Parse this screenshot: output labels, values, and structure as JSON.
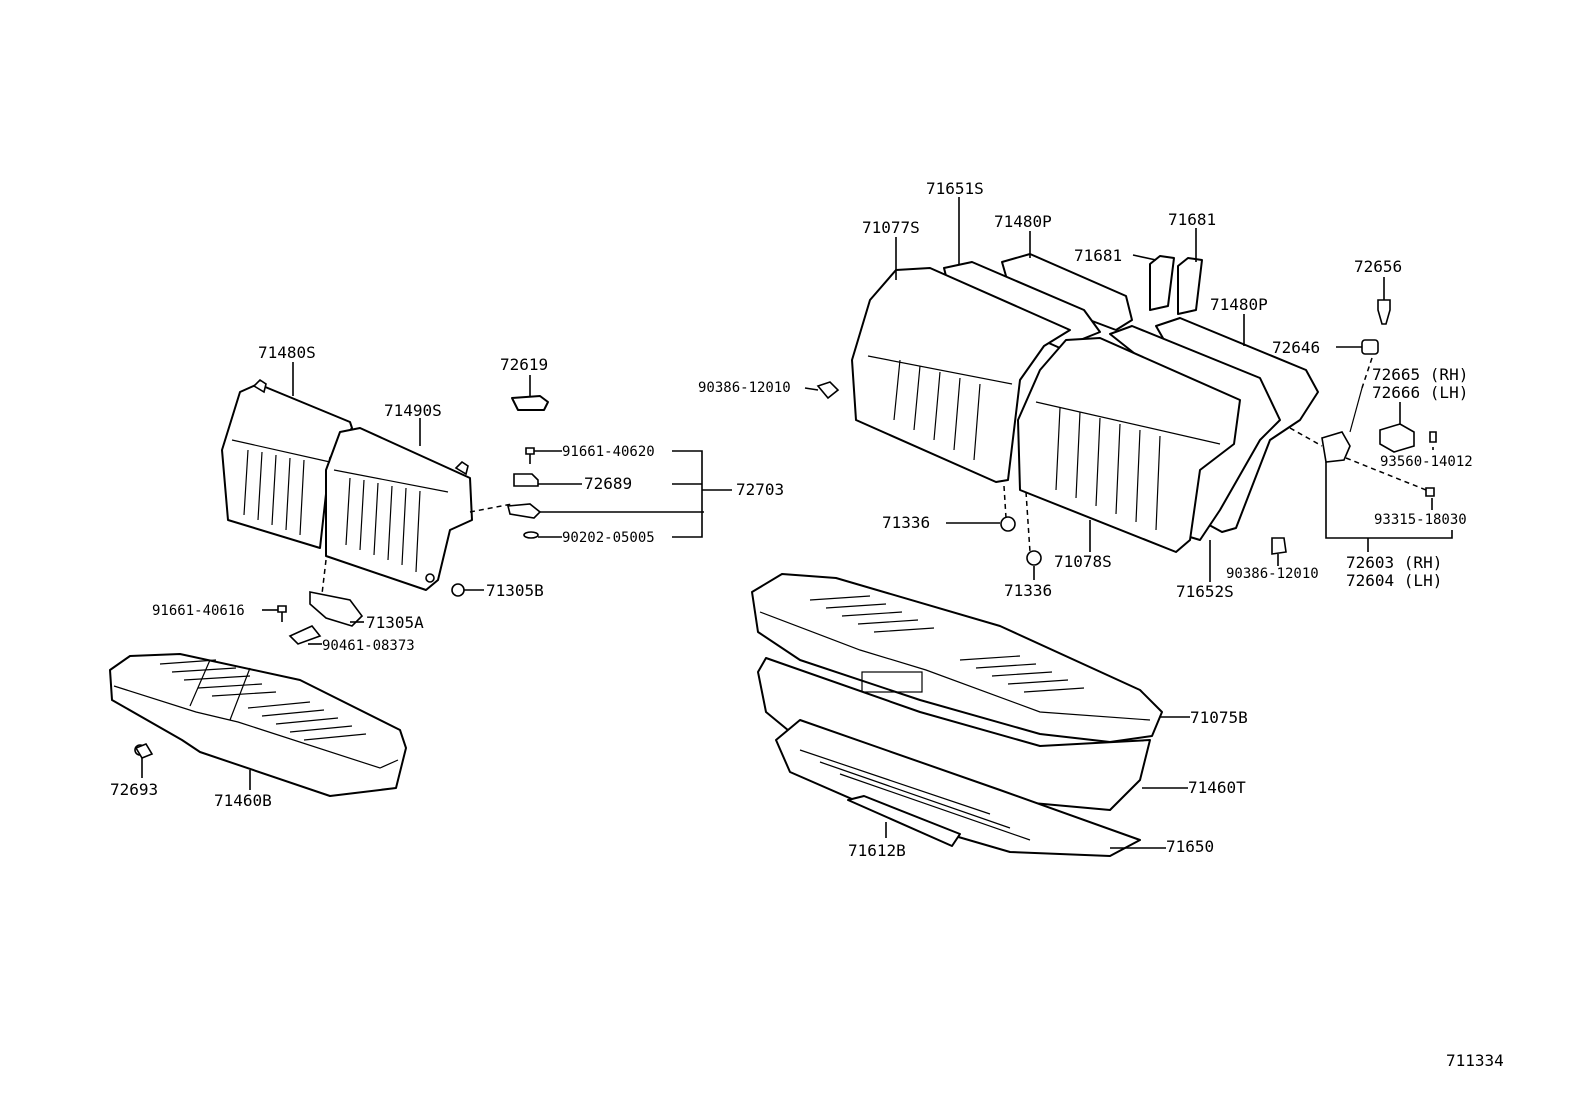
{
  "diagram_id": "711334",
  "labels": {
    "p71651s": "71651S",
    "p71077s": "71077S",
    "p71480p_top": "71480P",
    "p71681_a": "71681",
    "p71681_b": "71681",
    "p71480p_right": "71480P",
    "p72656": "72656",
    "p72646": "72646",
    "p72665": "72665 (RH)",
    "p72666": "72666 (LH)",
    "p93560": "93560-14012",
    "p93315": "93315-18030",
    "p72603": "72603 (RH)",
    "p72604": "72604 (LH)",
    "p90386_top": "90386-12010",
    "p90386_bot": "90386-12010",
    "p71336_a": "71336",
    "p71336_b": "71336",
    "p71078s": "71078S",
    "p71652s": "71652S",
    "p71075b": "71075B",
    "p71460t": "71460T",
    "p71650": "71650",
    "p71612b": "71612B",
    "p71480s": "71480S",
    "p71490s": "71490S",
    "p72619": "72619",
    "p91661_40620": "91661-40620",
    "p72689": "72689",
    "p72703": "72703",
    "p90202": "90202-05005",
    "p71305b": "71305B",
    "p91661_40616": "91661-40616",
    "p71305a": "71305A",
    "p90461": "90461-08373",
    "p72693": "72693",
    "p71460b": "71460B"
  }
}
